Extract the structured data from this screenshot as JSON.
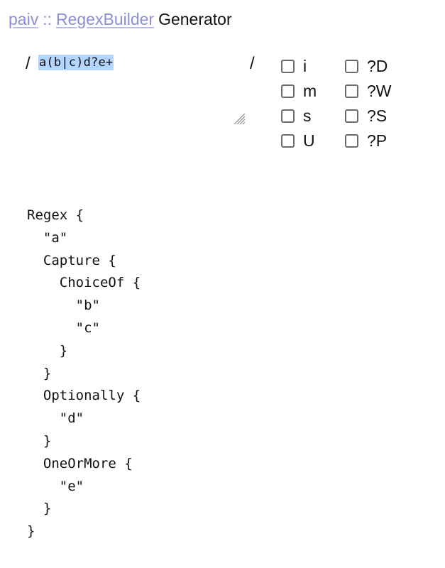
{
  "header": {
    "crumb_1": "paiv",
    "separator": "::",
    "crumb_2": "RegexBuilder",
    "title": "Generator"
  },
  "editor": {
    "open_delimiter": "/",
    "close_delimiter": "/",
    "regex_value": "a(b|c)d?e+",
    "selection_color": "#b4d5fe"
  },
  "flags": [
    {
      "label": "i",
      "checked": false
    },
    {
      "label": "?D",
      "checked": false
    },
    {
      "label": "m",
      "checked": false
    },
    {
      "label": "?W",
      "checked": false
    },
    {
      "label": "s",
      "checked": false
    },
    {
      "label": "?S",
      "checked": false
    },
    {
      "label": "U",
      "checked": false
    },
    {
      "label": "?P",
      "checked": false
    }
  ],
  "output": {
    "lines": [
      "Regex {",
      "  \"a\"",
      "  Capture {",
      "    ChoiceOf {",
      "      \"b\"",
      "      \"c\"",
      "    }",
      "  }",
      "  Optionally {",
      "    \"d\"",
      "  }",
      "  OneOrMore {",
      "    \"e\"",
      "  }",
      "}"
    ]
  },
  "colors": {
    "link": "#8a8fd6",
    "text": "#111111",
    "checkbox_border": "#6b6b6b"
  }
}
